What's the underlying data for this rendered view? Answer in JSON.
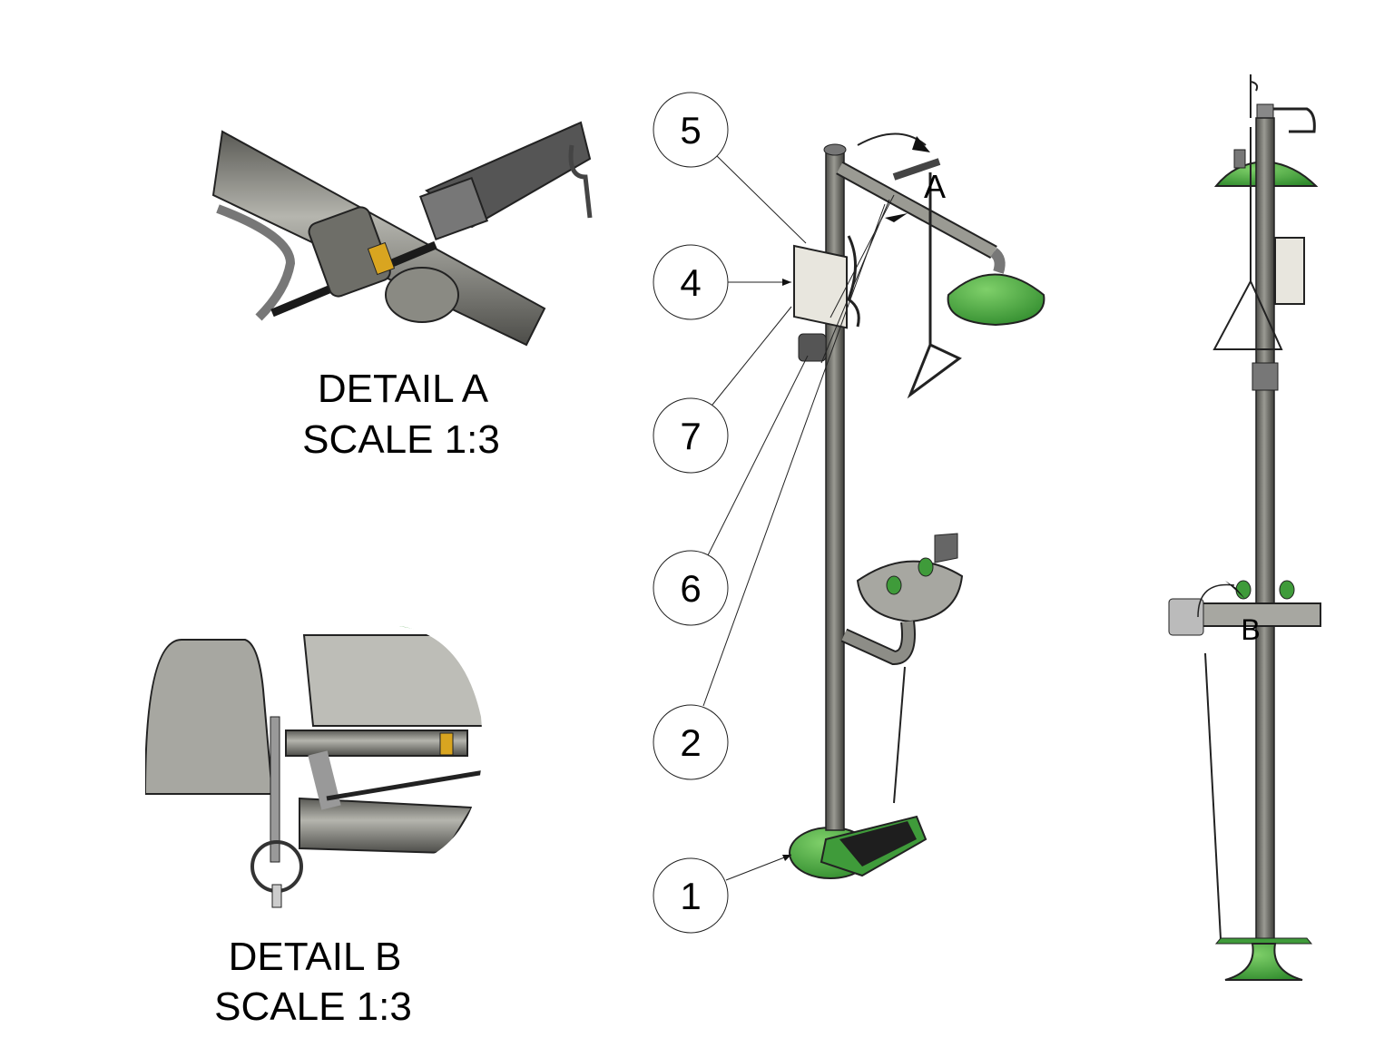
{
  "details": [
    {
      "title": "DETAIL A",
      "scale": "SCALE 1:3"
    },
    {
      "title": "DETAIL B",
      "scale": "SCALE 1:3"
    }
  ],
  "view_markers": {
    "a": "A",
    "b": "B"
  },
  "balloons": [
    "5",
    "4",
    "7",
    "6",
    "2",
    "1"
  ],
  "colors": {
    "green": "#3f9b3a",
    "steel": "#8d8d87",
    "dark_steel": "#5f5f5a",
    "enclosure": "#e8e6de"
  }
}
